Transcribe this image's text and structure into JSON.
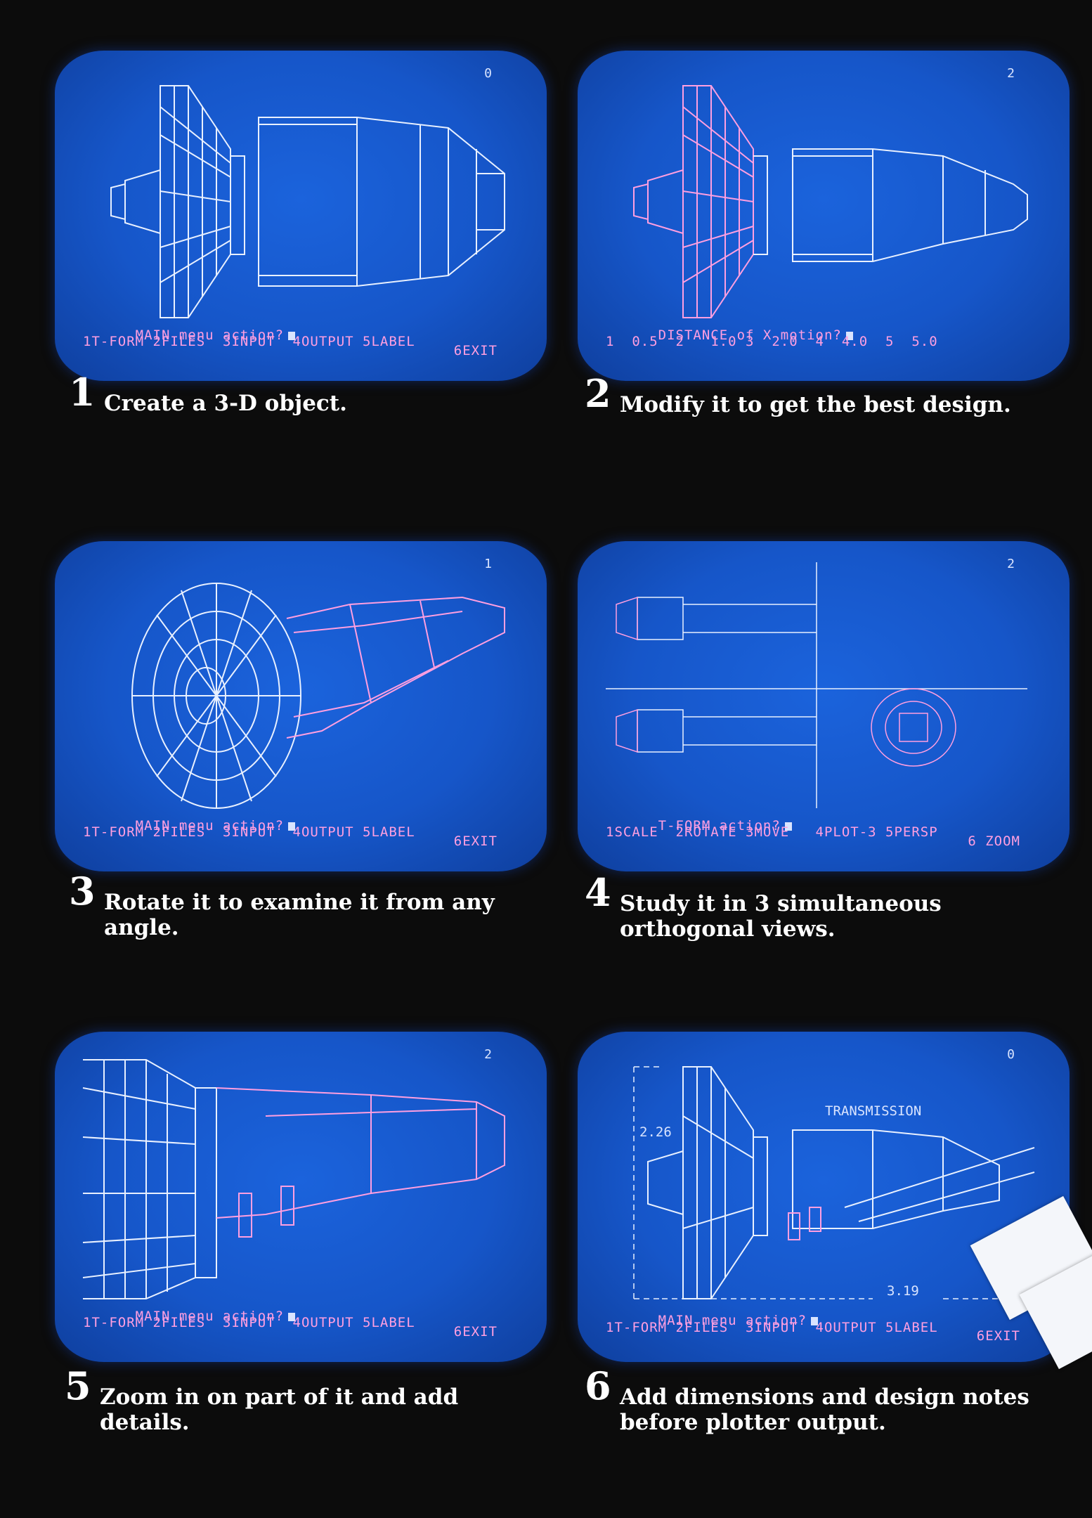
{
  "panels": [
    {
      "screen_number": "0",
      "menu_line1": "MAIN menu action?",
      "menu_line1_right": "6EXIT",
      "menu_line2": "1T-FORM 2FILES  3INPUT  4OUTPUT 5LABEL",
      "step": "1",
      "caption": "Create a 3-D object."
    },
    {
      "screen_number": "2",
      "menu_line1": "DISTANCE of X motion?",
      "menu_line1_right": "",
      "menu_line2": "1  0.5  2   1.0 3  2.0  4  4.0  5  5.0",
      "step": "2",
      "caption": "Modify it to get the best design."
    },
    {
      "screen_number": "1",
      "menu_line1": "MAIN menu action?",
      "menu_line1_right": "6EXIT",
      "menu_line2": "1T-FORM 2FILES  3INPUT  4OUTPUT 5LABEL",
      "step": "3",
      "caption": "Rotate it to examine it from any angle."
    },
    {
      "screen_number": "2",
      "menu_line1": "T-FORM action?",
      "menu_line1_right": "6 ZOOM",
      "menu_line2": "1SCALE  2ROTATE 3MOVE   4PLOT-3 5PERSP",
      "step": "4",
      "caption": "Study it in 3 simultaneous orthogonal views."
    },
    {
      "screen_number": "2",
      "menu_line1": "MAIN menu action?",
      "menu_line1_right": "6EXIT",
      "menu_line2": "1T-FORM 2FILES  3INPUT  4OUTPUT 5LABEL",
      "step": "5",
      "caption": "Zoom in on part of it and add details."
    },
    {
      "screen_number": "0",
      "menu_line1": "MAIN menu action?",
      "menu_line1_right": "6EXIT",
      "menu_line2": "1T-FORM 2FILES  3INPUT  4OUTPUT 5LABEL",
      "step": "6",
      "caption": "Add dimensions and design notes before plotter output.",
      "label_title": "TRANSMISSION",
      "dim_vertical": "2.26",
      "dim_horizontal": "3.19"
    }
  ],
  "colors": {
    "screen_blue": "#1656c9",
    "wire_white": "#e8f0ff",
    "wire_pink": "#ff9fe0",
    "background": "#0c0c0c"
  }
}
